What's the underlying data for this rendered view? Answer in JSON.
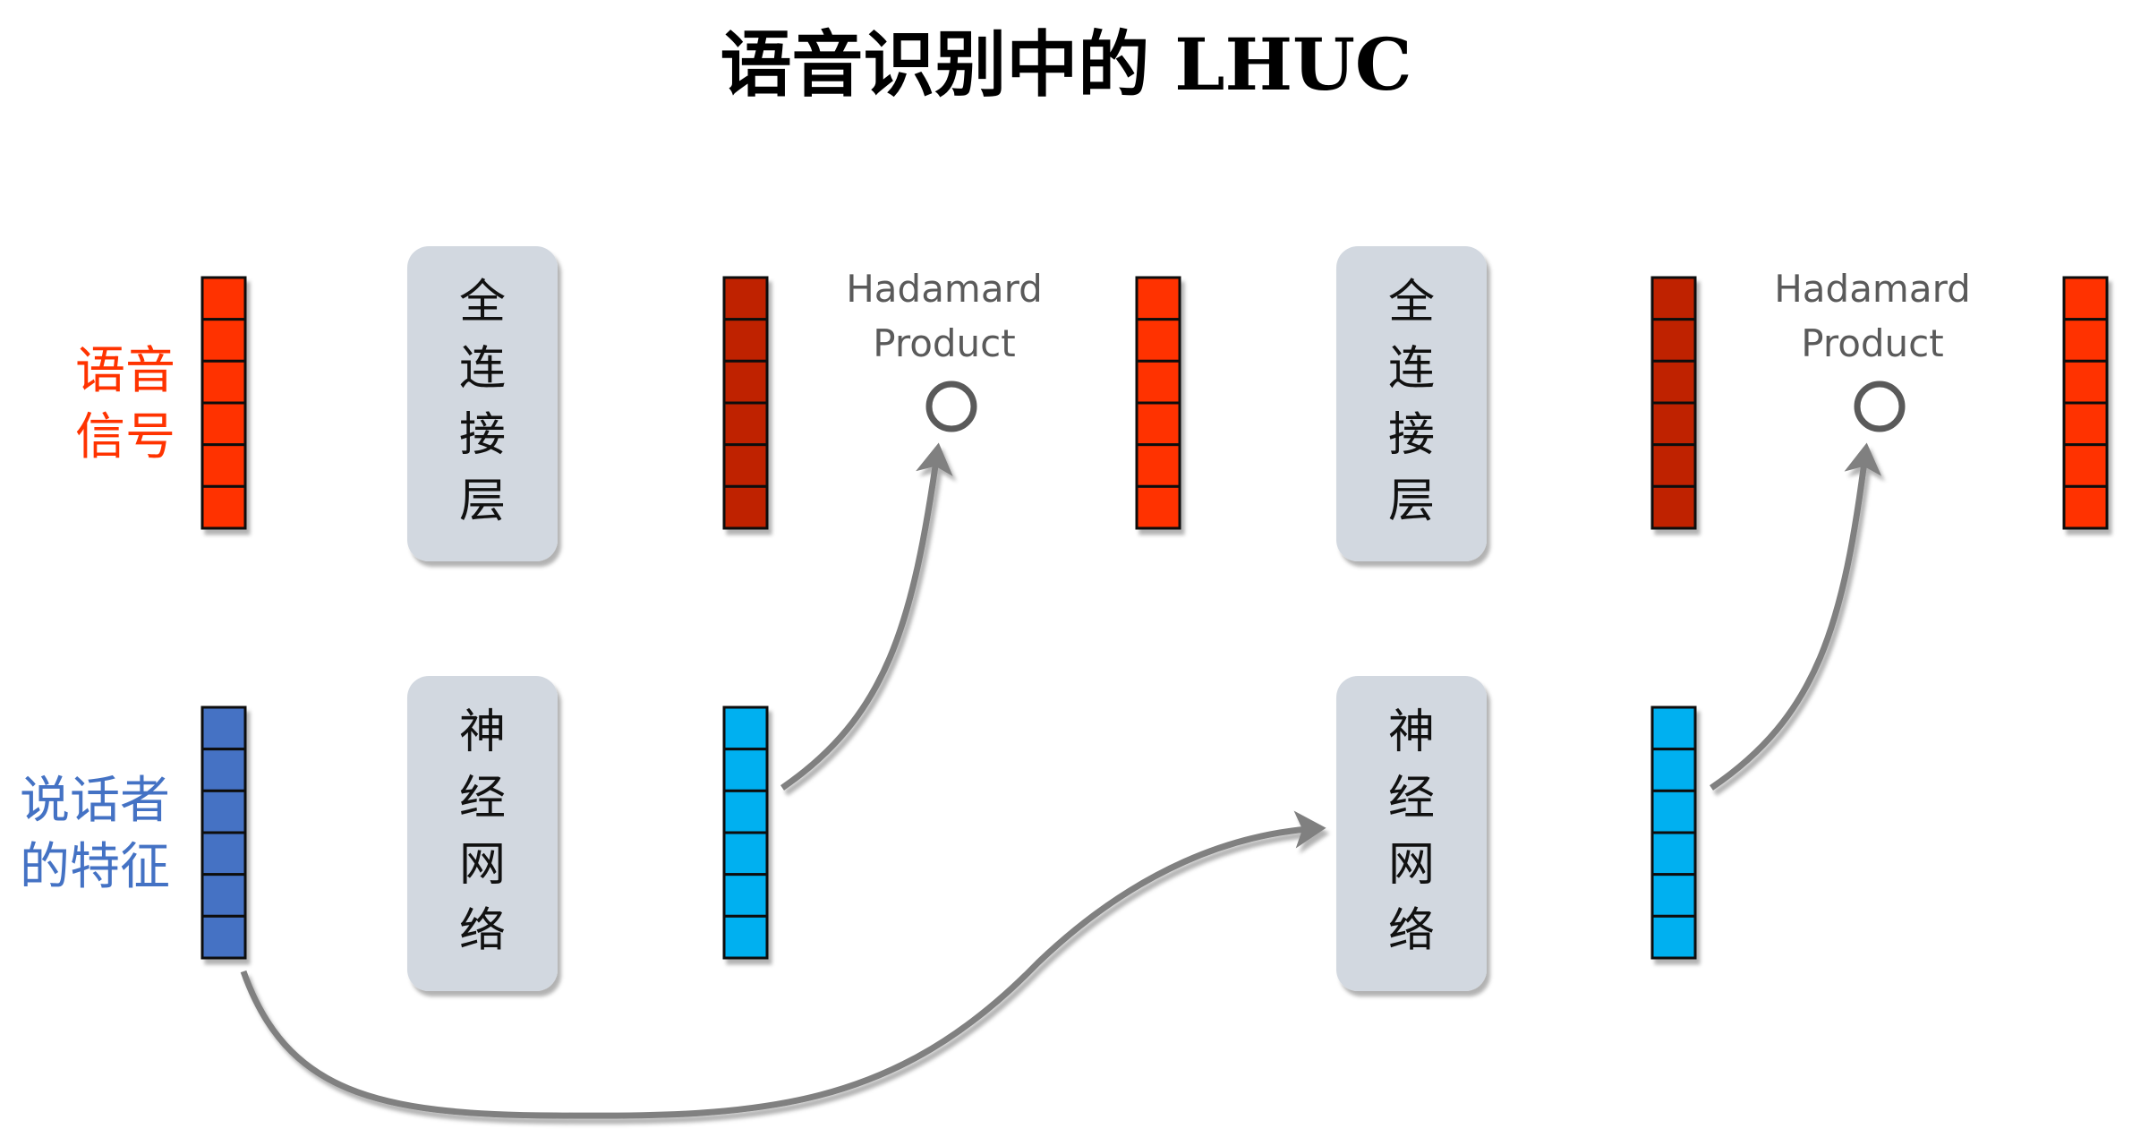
{
  "title": "语音识别中的 LHUC",
  "colors": {
    "speech_vector": "#ff3300",
    "fc_output_vector": "#bf2200",
    "speaker_vector": "#4472c4",
    "nn_output_vector": "#00b0f0",
    "layer_box": "#d2d8e0",
    "arrow": "#808080",
    "hadamard_circle": "#5a5a5a",
    "speech_label": "#ff3300",
    "speaker_label": "#4472c4"
  },
  "labels": {
    "speech_signal": [
      "语音",
      "信号"
    ],
    "speaker_feature": [
      "说话者",
      "的特征"
    ]
  },
  "boxes": {
    "fc_layer": [
      "全",
      "连",
      "接",
      "层"
    ],
    "neural_net": [
      "神",
      "经",
      "网",
      "络"
    ]
  },
  "hadamard": {
    "line1": "Hadamard",
    "line2": "Product"
  },
  "vector_cells": 6
}
